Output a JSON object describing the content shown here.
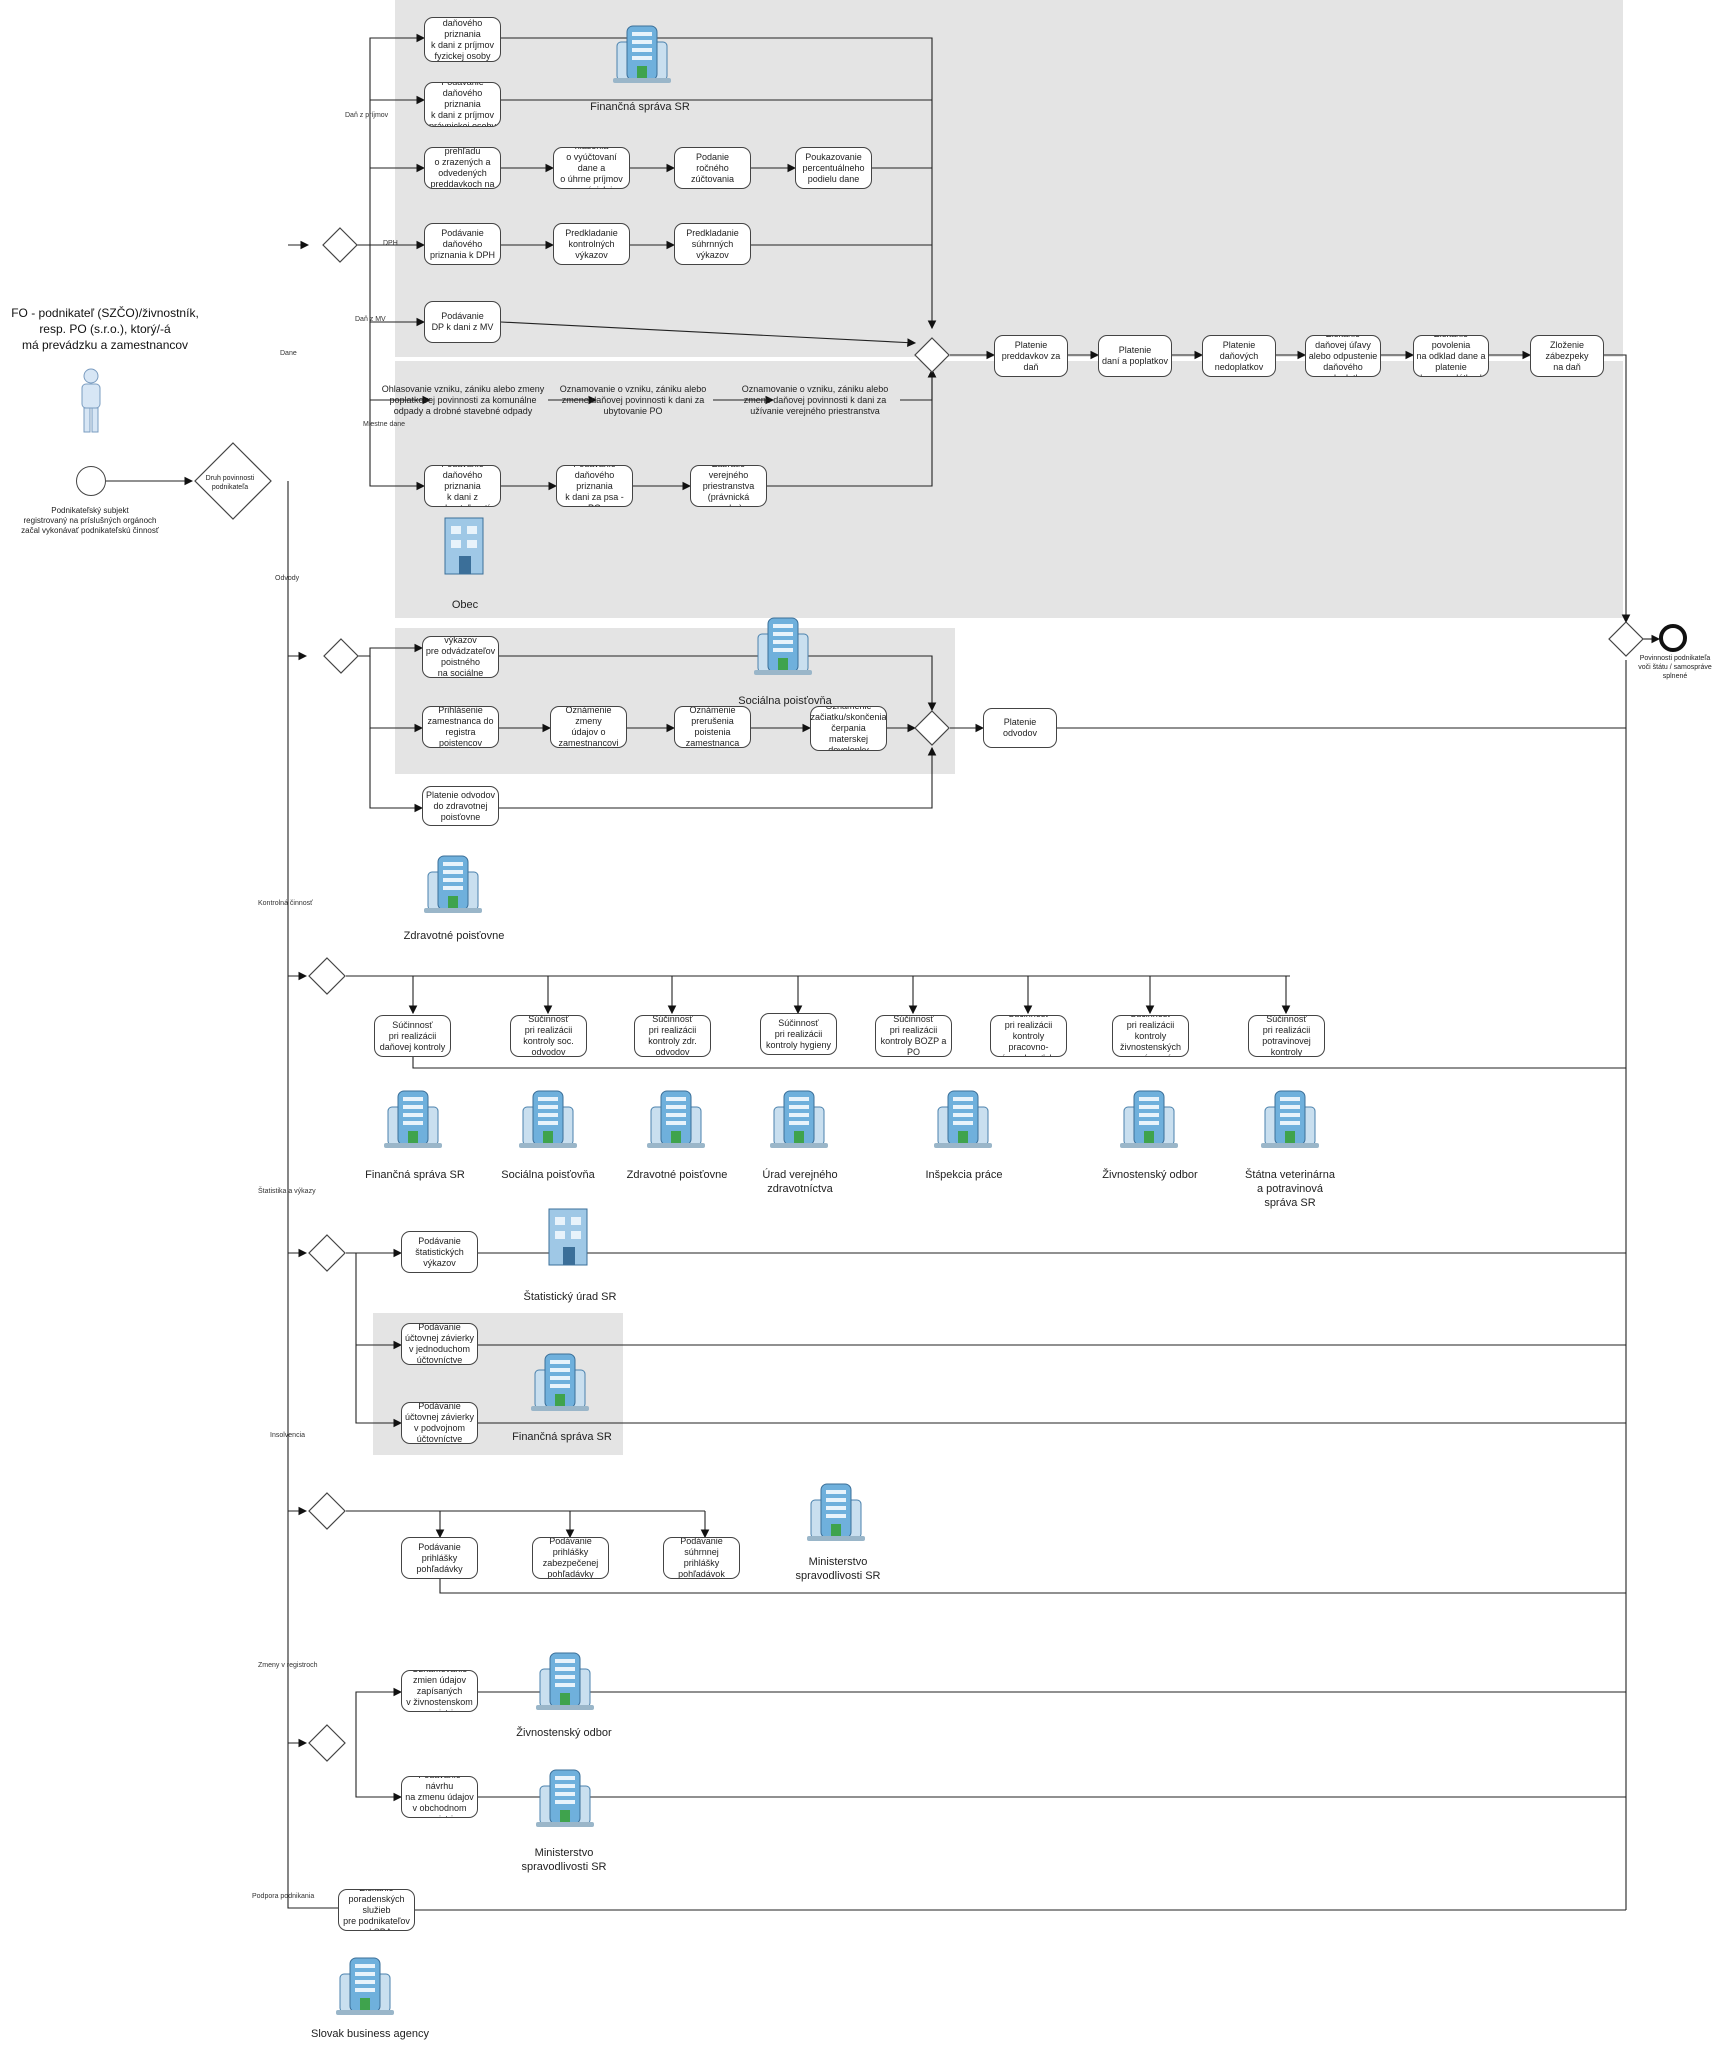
{
  "diagram": {
    "actor": {
      "title": "FO - podnikateľ (SZČO)/živnostník,\nresp. PO (s.r.o.), ktorý/-á\nmá prevádzku a zamestnancov",
      "icon": "person-icon"
    },
    "start_event": {
      "label": "Podnikateľský subjekt\nregistrovaný na príslušných orgánoch\nzačal vykonávať podnikateľskú činnosť"
    },
    "main_gateway": {
      "label": "Druh povinnosti\npodnikateľa"
    },
    "end_event": {
      "label": "Povinnosti podnikateľa\nvoči štátu / samospráve\nsplnené"
    },
    "branch_labels": {
      "dane": "Dane",
      "odvody": "Odvody",
      "kontrolna": "Kontrolná činnosť",
      "statistika": "Štatistika a výkazy",
      "insolvencia": "Insolvencia",
      "zmeny": "Zmeny v registroch",
      "podpora": "Podpora podnikania",
      "dane_z_prijmov": "Daň z príjmov",
      "dph": "DPH",
      "dan_z_mv": "Daň z MV",
      "miestne_dane": "Miestne dane"
    },
    "tasks": {
      "t1": "Podávanie\ndaňového priznania\nk dani z príjmov fyzickej osoby\nSZČO (typ B)",
      "t2": "Podávanie\ndaňového priznania\nk dani z príjmov\nprávnickej osoby",
      "t3": "Podávanie prehľadu\no zrazených a odvedených\npreddavkoch na daň",
      "t4": "Podávanie hlásenia\no vyúčtovaní dane a\no úhrne príjmov zo závislej činnosti",
      "t5": "Podanie\nročného zúčtovania",
      "t6": "Poukazovanie\npercentuálneho\npodielu dane",
      "t7": "Podávanie\ndaňového\npriznania k DPH",
      "t8": "Predkladanie\nkontrolných výkazov",
      "t9": "Predkladanie\nsúhrnných výkazov",
      "t10": "Podávanie\nDP k dani z MV",
      "t11": "Ohlasovanie vzniku, zániku alebo zmeny\npoplatkovej povinnosti za komunálne\nodpady a drobné stavebné odpady",
      "t12": "Oznamovanie o vzniku, zániku alebo\nzmene daňovej povinnosti k dani za\nubytovanie PO",
      "t13": "Oznamovanie o vzniku, zániku alebo\nzmene daňovej povinnosti k dani za\nužívanie verejného priestranstva",
      "t14": "Podávanie\ndaňového priznania\nk dani z nehnuteľností",
      "t15": "Podávanie\ndaňového priznania\nk dani za psa - PO",
      "t16": "Zabratie\nverejného priestranstva\n(právnická osoba)",
      "t17": "Platenie\npreddavkov za daň",
      "t18": "Platenie\ndaní a poplatkov",
      "t19": "Platenie\ndaňových\nnedoplatkov",
      "t20": "Získanie\ndaňovej úľavy\nalebo odpustenie\ndaňového nedoplatku",
      "t21": "Získanie povolenia\nna odklad dane a platenie\ndane v splátkach",
      "t22": "Zloženie\nzábezpeky\nna daň",
      "t23": "Podávanie výkazov\npre odvádzateľov poistného\nna sociálne poistenie",
      "t24": "Prihlásenie\nzamestnanca do\nregistra poistencov",
      "t25": "Oznámenie zmeny\núdajov o\nzamestnancovi",
      "t26": "Oznámenie\nprerušenia\npoistenia zamestnanca",
      "t27": "Oznámenie\nzačiatku/skončenia\nčerpania\nmaterskej dovolenky",
      "t28": "Platenie odvodov",
      "t29": "Platenie odvodov\ndo zdravotnej poisťovne",
      "t30": "Súčinnosť\npri realizácii\ndaňovej kontroly",
      "t31": "Súčinnosť\npri realizácii\nkontroly soc. odvodov",
      "t32": "Súčinnosť\npri realizácii\nkontroly zdr. odvodov",
      "t33": "Súčinnosť\npri realizácii\nkontroly hygieny",
      "t34": "Súčinnosť\npri realizácii\nkontroly BOZP a PO",
      "t35": "Súčinnosť\npri realizácii kontroly\npracovno-právnych vzťahov",
      "t36": "Súčinnosť\npri realizácii kontroly\nživnostenských oprávnení",
      "t37": "Súčinnosť\npri realizácii\npotravinovej kontroly",
      "t38": "Podávanie\nštatistických výkazov",
      "t39": "Podávanie\núčtovnej závierky\nv jednoduchom účtovníctve",
      "t40": "Podávanie\núčtovnej závierky\nv podvojnom účtovníctve",
      "t41": "Podávanie\nprihlášky\npohľadávky",
      "t42": "Podávanie\nprihlášky\nzabezpečenej pohľadávky",
      "t43": "Podávanie súhrnnej\nprihlášky\npohľadávok",
      "t44": "Oznamovanie\nzmien údajov zapísaných\nv živnostenskom registri",
      "t45": "Podávanie návrhu\nna zmenu údajov\nv obchodnom registri",
      "t46": "Získanie\nporadenských služieb\npre podnikateľov od SBA"
    },
    "organizations": {
      "o1": "Finančná správa SR",
      "o2": "Obec",
      "o3": "Sociálna poisťovňa",
      "o4": "Zdravotné poisťovne",
      "o5": "Finančná správa SR",
      "o6": "Sociálna poisťovňa",
      "o7": "Zdravotné poisťovne",
      "o8": "Úrad verejného\nzdravotníctva",
      "o9": "Inšpekcia práce",
      "o10": "Živnostenský odbor",
      "o11": "Štátna veterinárna\na potravinová\nspráva SR",
      "o12": "Štatistický úrad SR",
      "o13": "Finančná správa SR",
      "o14": "Ministerstvo\nspravodlivosti SR",
      "o15": "Živnostenský odbor",
      "o16": "Ministerstvo\nspravodlivosti SR",
      "o17": "Slovak business agency"
    },
    "icons": {
      "building": "office-building-icon",
      "municipal": "municipal-building-icon",
      "gateway": "gateway-diamond-icon"
    },
    "colors": {
      "zone": "#e4e4e4",
      "stroke": "#444444",
      "building_glass": "#5fa6d6",
      "building_green": "#3fa34d"
    }
  }
}
